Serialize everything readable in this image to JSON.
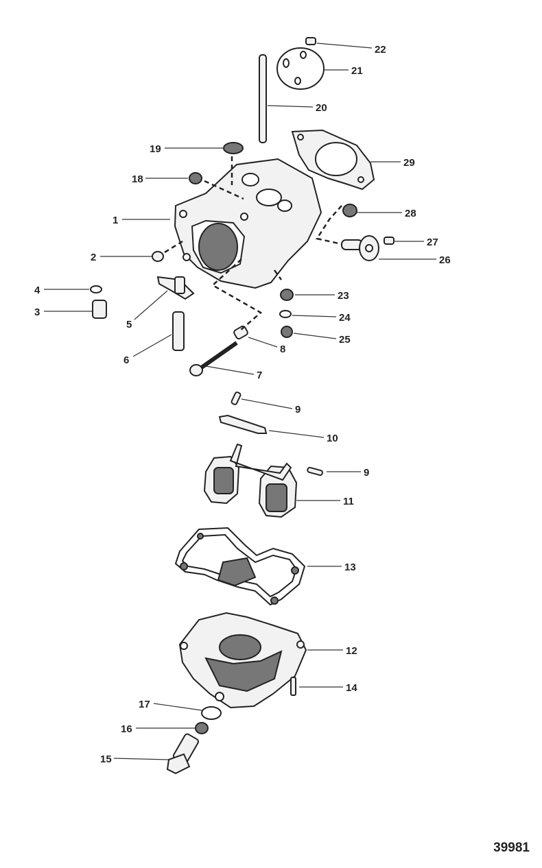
{
  "figure_number": "39981",
  "callouts": [
    {
      "id": "1",
      "label": "1"
    },
    {
      "id": "2",
      "label": "2"
    },
    {
      "id": "3",
      "label": "3"
    },
    {
      "id": "4",
      "label": "4"
    },
    {
      "id": "5",
      "label": "5"
    },
    {
      "id": "6",
      "label": "6"
    },
    {
      "id": "7",
      "label": "7"
    },
    {
      "id": "8",
      "label": "8"
    },
    {
      "id": "9a",
      "label": "9"
    },
    {
      "id": "9b",
      "label": "9"
    },
    {
      "id": "10",
      "label": "10"
    },
    {
      "id": "11",
      "label": "11"
    },
    {
      "id": "12",
      "label": "12"
    },
    {
      "id": "13",
      "label": "13"
    },
    {
      "id": "14",
      "label": "14"
    },
    {
      "id": "15",
      "label": "15"
    },
    {
      "id": "16",
      "label": "16"
    },
    {
      "id": "17",
      "label": "17"
    },
    {
      "id": "18",
      "label": "18"
    },
    {
      "id": "19",
      "label": "19"
    },
    {
      "id": "20",
      "label": "20"
    },
    {
      "id": "21",
      "label": "21"
    },
    {
      "id": "22",
      "label": "22"
    },
    {
      "id": "23",
      "label": "23"
    },
    {
      "id": "24",
      "label": "24"
    },
    {
      "id": "25",
      "label": "25"
    },
    {
      "id": "26",
      "label": "26"
    },
    {
      "id": "27",
      "label": "27"
    },
    {
      "id": "28",
      "label": "28"
    },
    {
      "id": "29",
      "label": "29"
    }
  ]
}
